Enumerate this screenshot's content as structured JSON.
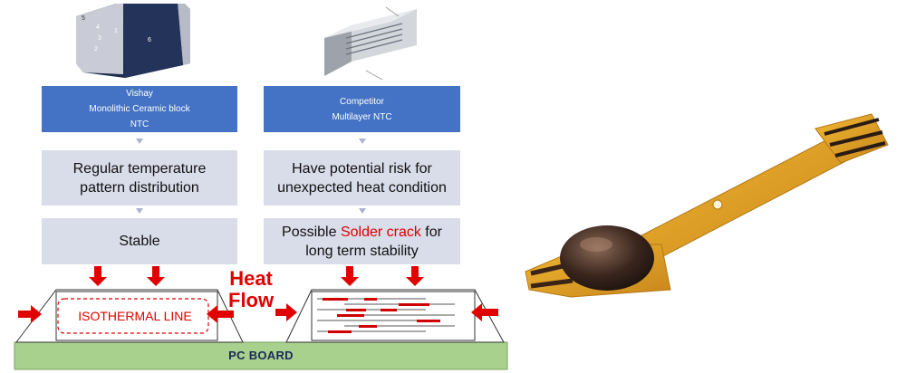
{
  "left_column": {
    "header_lines": [
      "Vishay",
      "Monolithic Ceramic block",
      "NTC"
    ],
    "box1_lines": [
      "Regular temperature",
      "pattern distribution"
    ],
    "box2_text": "Stable"
  },
  "right_column": {
    "header_lines": [
      "Competitor",
      "Multilayer NTC"
    ],
    "box1_lines": [
      "Have potential risk for",
      "unexpected heat condition"
    ],
    "box2_prefix": "Possible ",
    "box2_highlight": "Solder crack",
    "box2_suffix": " for",
    "box2_line2": "long term stability"
  },
  "diagram": {
    "heat_label_line1": "Heat",
    "heat_label_line2": "Flow",
    "isothermal_label": "ISOTHERMAL LINE",
    "board_label": "PC BOARD"
  },
  "chip_labels": [
    "5",
    "4",
    "3",
    "2",
    "1",
    "6"
  ],
  "colors": {
    "header_blue": "#4472c4",
    "box_grey": "#d9dce9",
    "alert_red": "#e00000",
    "board_green": "#a9d18e",
    "flex_orange": "#e3a21a"
  }
}
